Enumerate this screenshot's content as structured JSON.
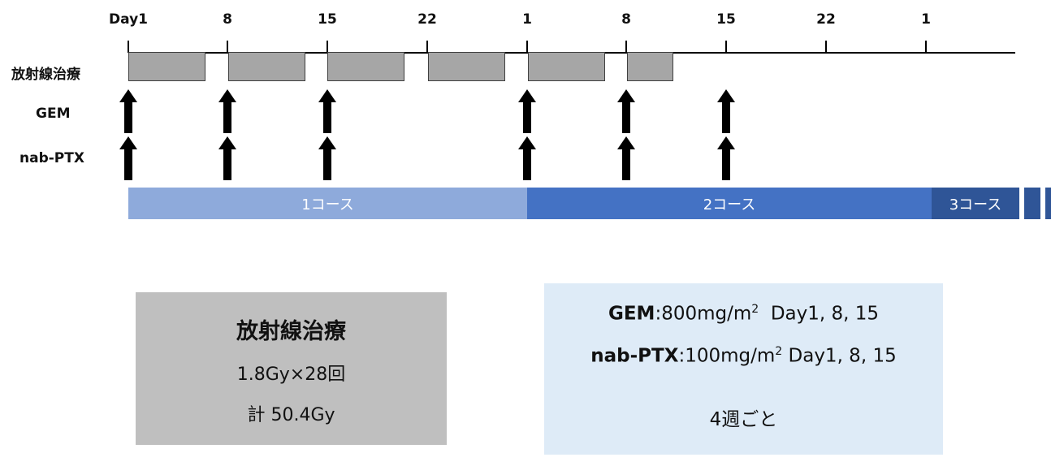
{
  "timeline": {
    "day_labels": [
      "Day1",
      "8",
      "15",
      "22",
      "1",
      "8",
      "15",
      "22",
      "1"
    ],
    "rows": {
      "radiation": "放射線治療",
      "gem": "GEM",
      "nab_ptx": "nab-PTX"
    },
    "courses": {
      "c1": "1コース",
      "c2": "2コース",
      "c3": "3コース"
    }
  },
  "radiation_card": {
    "title": "放射線治療",
    "dose": "1.8Gy×28回",
    "total": "計 50.4Gy"
  },
  "drug_card": {
    "gem_name": "GEM",
    "gem_dose": ":800mg/m",
    "gem_sup": "2",
    "gem_days": "Day1, 8, 15",
    "nab_name": "nab-PTX",
    "nab_dose": ":100mg/m",
    "nab_sup": "2",
    "nab_days": "Day1, 8, 15",
    "interval": "4週ごと"
  },
  "colors": {
    "course1": "#8eaadb",
    "course2": "#4472c4",
    "course3": "#2f5597",
    "rt_block": "#a6a6a6",
    "rt_card": "#bfbfbf",
    "drug_card": "#deebf7"
  }
}
